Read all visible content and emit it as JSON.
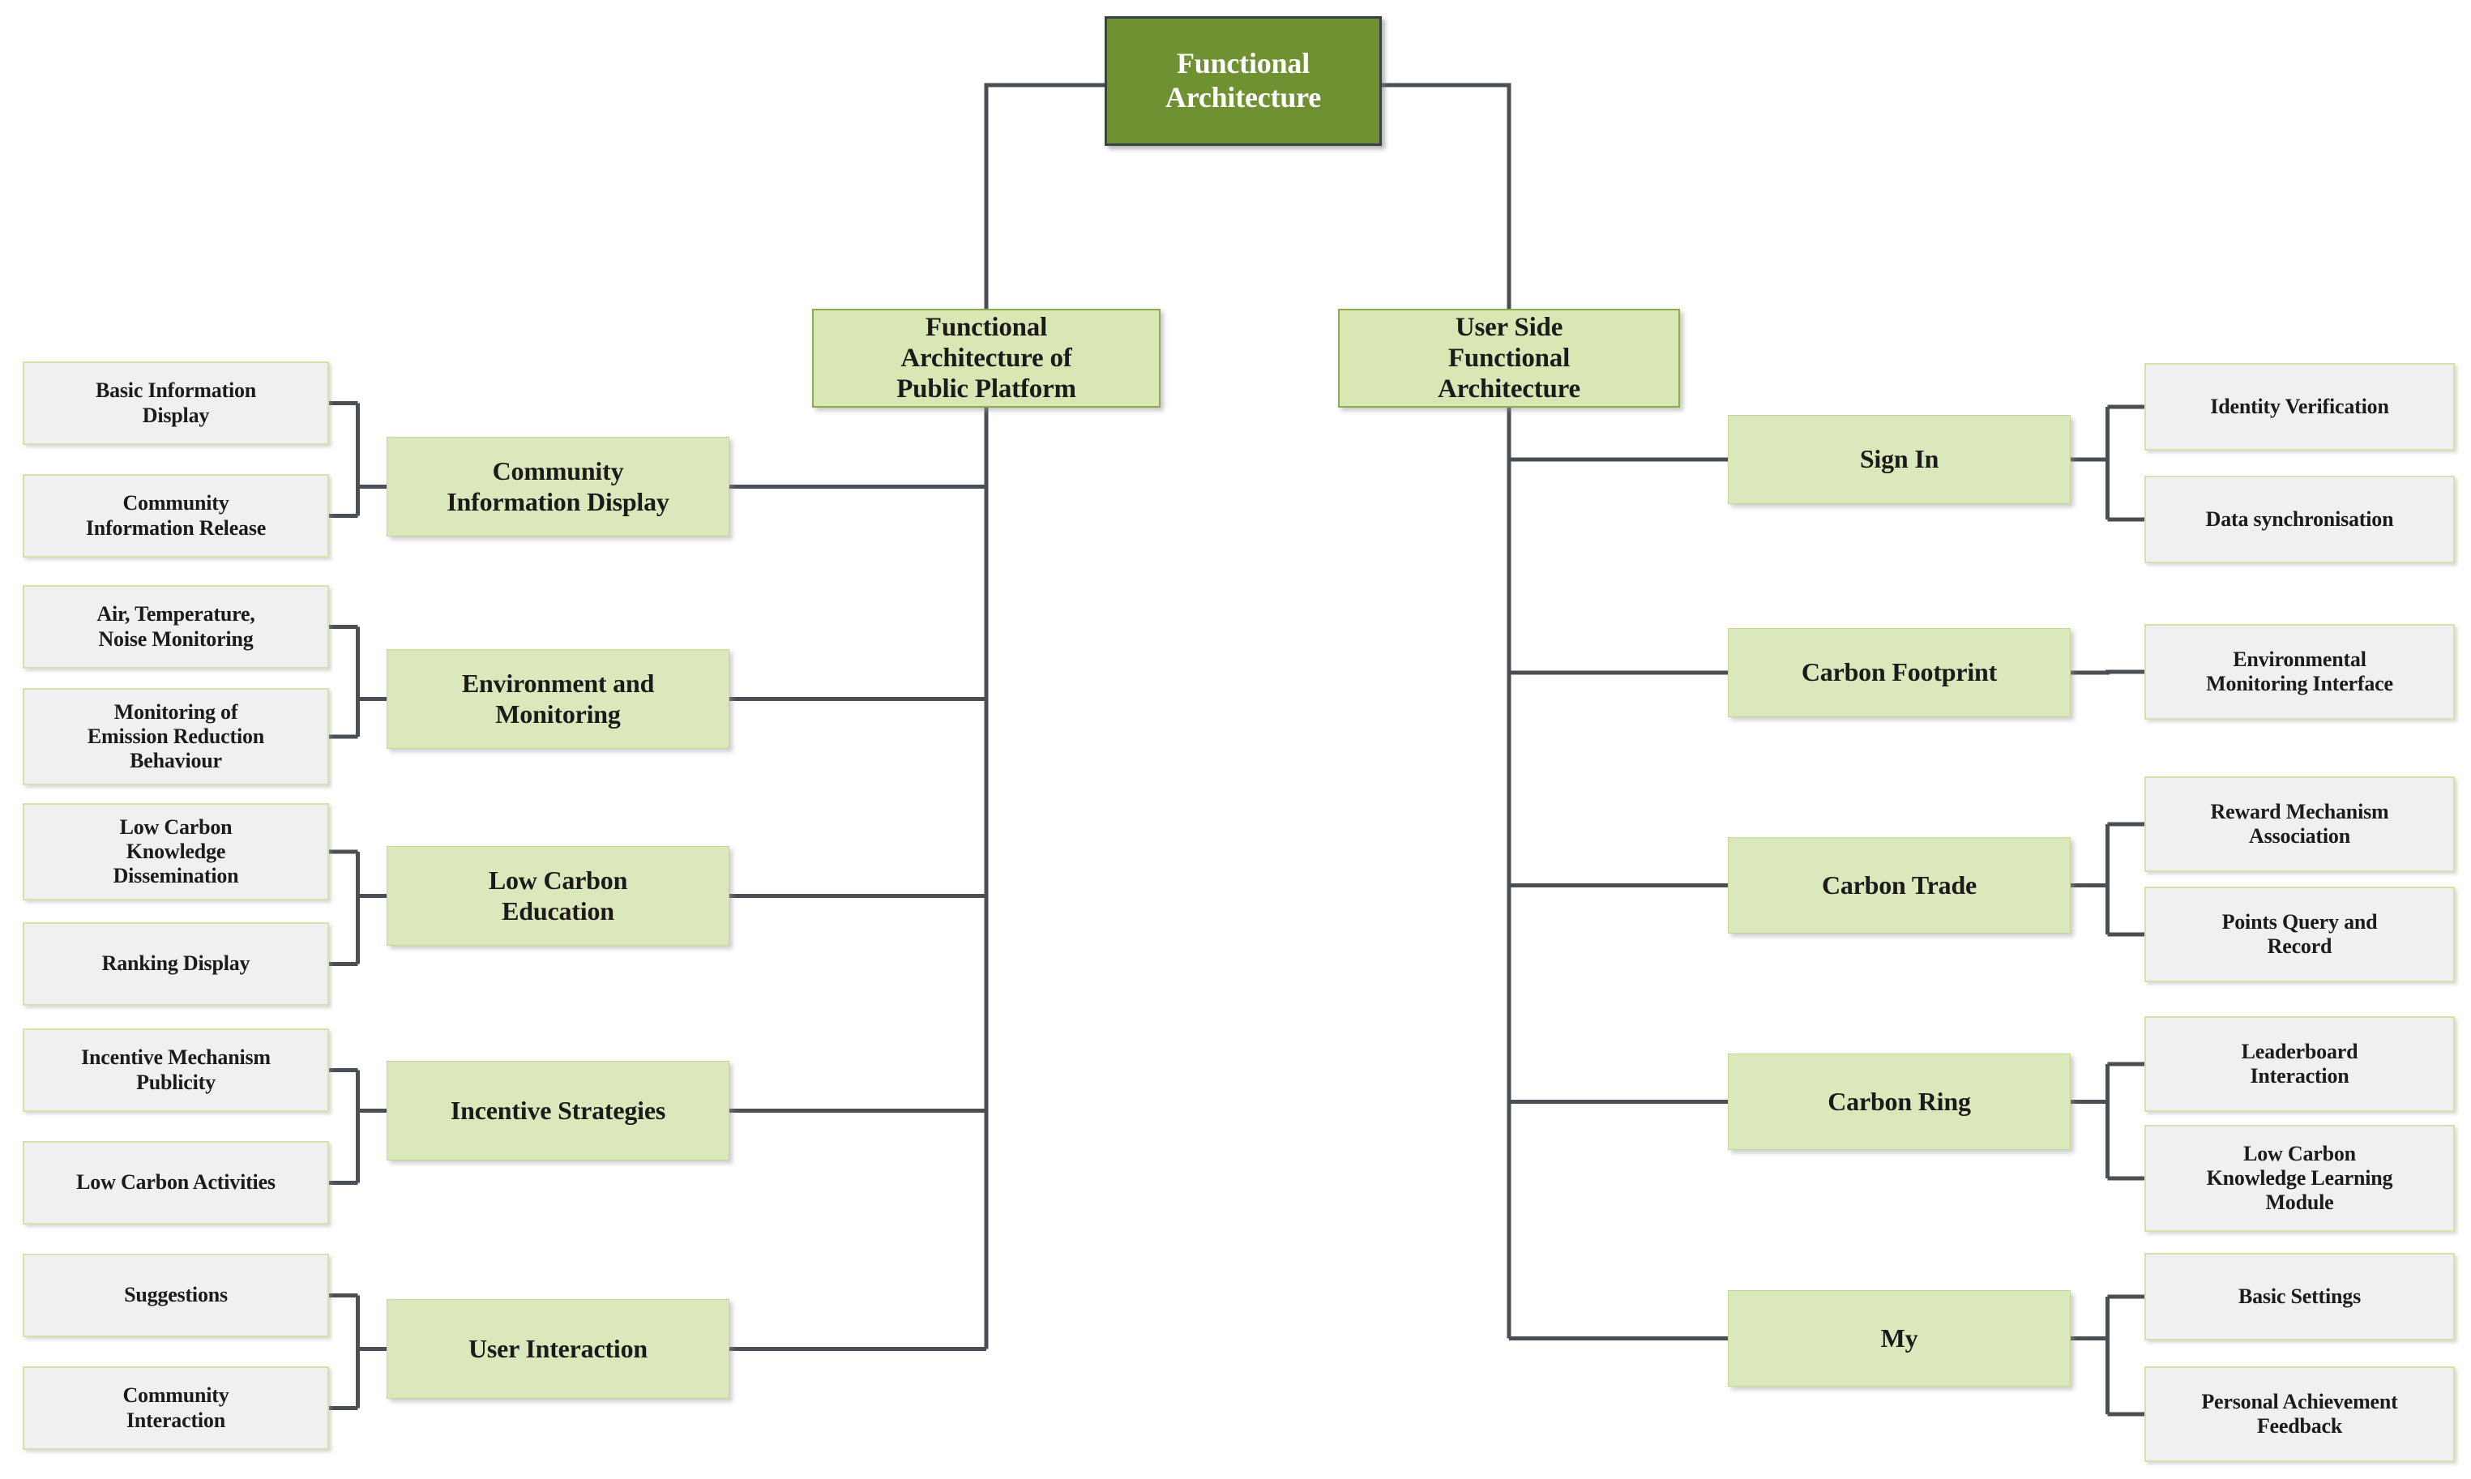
{
  "diagram": {
    "title": "Functional Architecture",
    "type": "tree-org-chart",
    "palette": {
      "root_fill": "#6f9131",
      "root_border": "#3a4049",
      "root_text": "#ffffff",
      "branch_fill": "#d9e7b5",
      "branch_border": "#8cab4f",
      "module_fill": "#dbe8bb",
      "module_border": "#c4d89a",
      "leaf_fill": "#f0f0f0",
      "leaf_border": "#d3e3ab",
      "connector": "#4a4f55",
      "text": "#1b1b1b",
      "background": "#ffffff"
    },
    "root": {
      "label": "Functional\nArchitecture"
    },
    "branches": [
      {
        "id": "public-platform",
        "label": "Functional\nArchitecture of\nPublic Platform",
        "side": "left",
        "modules": [
          {
            "id": "community-information-display",
            "label": "Community\nInformation Display",
            "leaves": [
              {
                "label": "Basic Information\nDisplay"
              },
              {
                "label": "Community\nInformation Release"
              }
            ]
          },
          {
            "id": "environment-and-monitoring",
            "label": "Environment and\nMonitoring",
            "leaves": [
              {
                "label": "Air, Temperature,\nNoise Monitoring"
              },
              {
                "label": "Monitoring of\nEmission Reduction\nBehaviour"
              }
            ]
          },
          {
            "id": "low-carbon-education",
            "label": "Low Carbon\nEducation",
            "leaves": [
              {
                "label": "Low Carbon\nKnowledge\nDissemination"
              },
              {
                "label": "Ranking Display"
              }
            ]
          },
          {
            "id": "incentive-strategies",
            "label": "Incentive Strategies",
            "leaves": [
              {
                "label": "Incentive Mechanism\nPublicity"
              },
              {
                "label": "Low Carbon Activities"
              }
            ]
          },
          {
            "id": "user-interaction",
            "label": "User Interaction",
            "leaves": [
              {
                "label": "Suggestions"
              },
              {
                "label": "Community\nInteraction"
              }
            ]
          }
        ]
      },
      {
        "id": "user-side",
        "label": "User Side\nFunctional\nArchitecture",
        "side": "right",
        "modules": [
          {
            "id": "sign-in",
            "label": "Sign In",
            "leaves": [
              {
                "label": "Identity Verification"
              },
              {
                "label": "Data synchronisation"
              }
            ]
          },
          {
            "id": "carbon-footprint",
            "label": "Carbon Footprint",
            "leaves": [
              {
                "label": "Environmental\nMonitoring Interface"
              }
            ]
          },
          {
            "id": "carbon-trade",
            "label": "Carbon Trade",
            "leaves": [
              {
                "label": "Reward Mechanism\nAssociation"
              },
              {
                "label": "Points Query and\nRecord"
              }
            ]
          },
          {
            "id": "carbon-ring",
            "label": "Carbon Ring",
            "leaves": [
              {
                "label": "Leaderboard\nInteraction"
              },
              {
                "label": "Low Carbon\nKnowledge Learning\nModule"
              }
            ]
          },
          {
            "id": "my",
            "label": "My",
            "leaves": [
              {
                "label": "Basic Settings"
              },
              {
                "label": "Personal Achievement\nFeedback"
              }
            ]
          }
        ]
      }
    ]
  }
}
